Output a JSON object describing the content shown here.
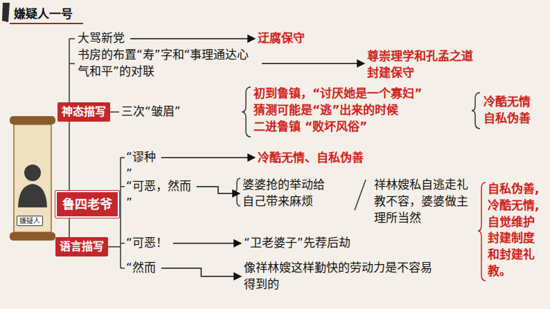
{
  "diagram": {
    "title": "嫌疑人一号",
    "nodes": [
      {
        "text": [
          "嫌疑人"
        ]
      },
      {
        "text": [
          "鲁四老爷"
        ]
      },
      {
        "text": [
          "大骂新党"
        ]
      },
      {
        "text": [
          "迂腐保守"
        ]
      },
      {
        "text": [
          "书房的布置“寿”字和“事理通达心气和平”的对联"
        ]
      },
      {
        "text": [
          "尊崇理学和孔孟之道 封建保守"
        ]
      },
      {
        "text": [
          "神态描写"
        ]
      },
      {
        "text": [
          "三次“皱眉”"
        ]
      },
      {
        "text": [
          "初到鲁镇，“讨厌她是一个寡妇”",
          "猜测可能是“逃”出来的时候",
          "二进鲁镇 “败坏风俗”"
        ]
      },
      {
        "text": [
          "冷酷无情 自私伪善"
        ]
      },
      {
        "text": [
          "“谬种 ”"
        ]
      },
      {
        "text": [
          "冷酷无情、自私伪善"
        ]
      },
      {
        "text": [
          "语言描写"
        ]
      },
      {
        "text": [
          "“可恶，然而 ”"
        ]
      },
      {
        "text": [
          "婆婆抢的举动给自己带来麻烦"
        ]
      },
      {
        "text": [
          "祥林嫂私自逃走礼教不容，婆婆做主理所当然"
        ]
      },
      {
        "text": [
          "“可恶！"
        ]
      },
      {
        "text": [
          "“卫老婆子”先荐后劫"
        ]
      },
      {
        "text": [
          "“然而"
        ]
      },
      {
        "text": [
          "像祥林嫂这样勤快的劳动力是不容易得到的"
        ]
      },
      {
        "text": [
          "自私伪善,冷酷无情,自觉维护封建制度和封建礼教。"
        ]
      }
    ],
    "edges": [
      {
        "from": 2,
        "to": 3,
        "arrow": "to"
      },
      {
        "from": 4,
        "to": 5,
        "arrow": "to"
      },
      {
        "from": 10,
        "to": 11,
        "arrow": "to"
      },
      {
        "from": 13,
        "to": 14,
        "arrow": "to"
      },
      {
        "from": 16,
        "to": 17,
        "arrow": "to"
      },
      {
        "from": 18,
        "to": 19,
        "arrow": "to"
      }
    ]
  }
}
